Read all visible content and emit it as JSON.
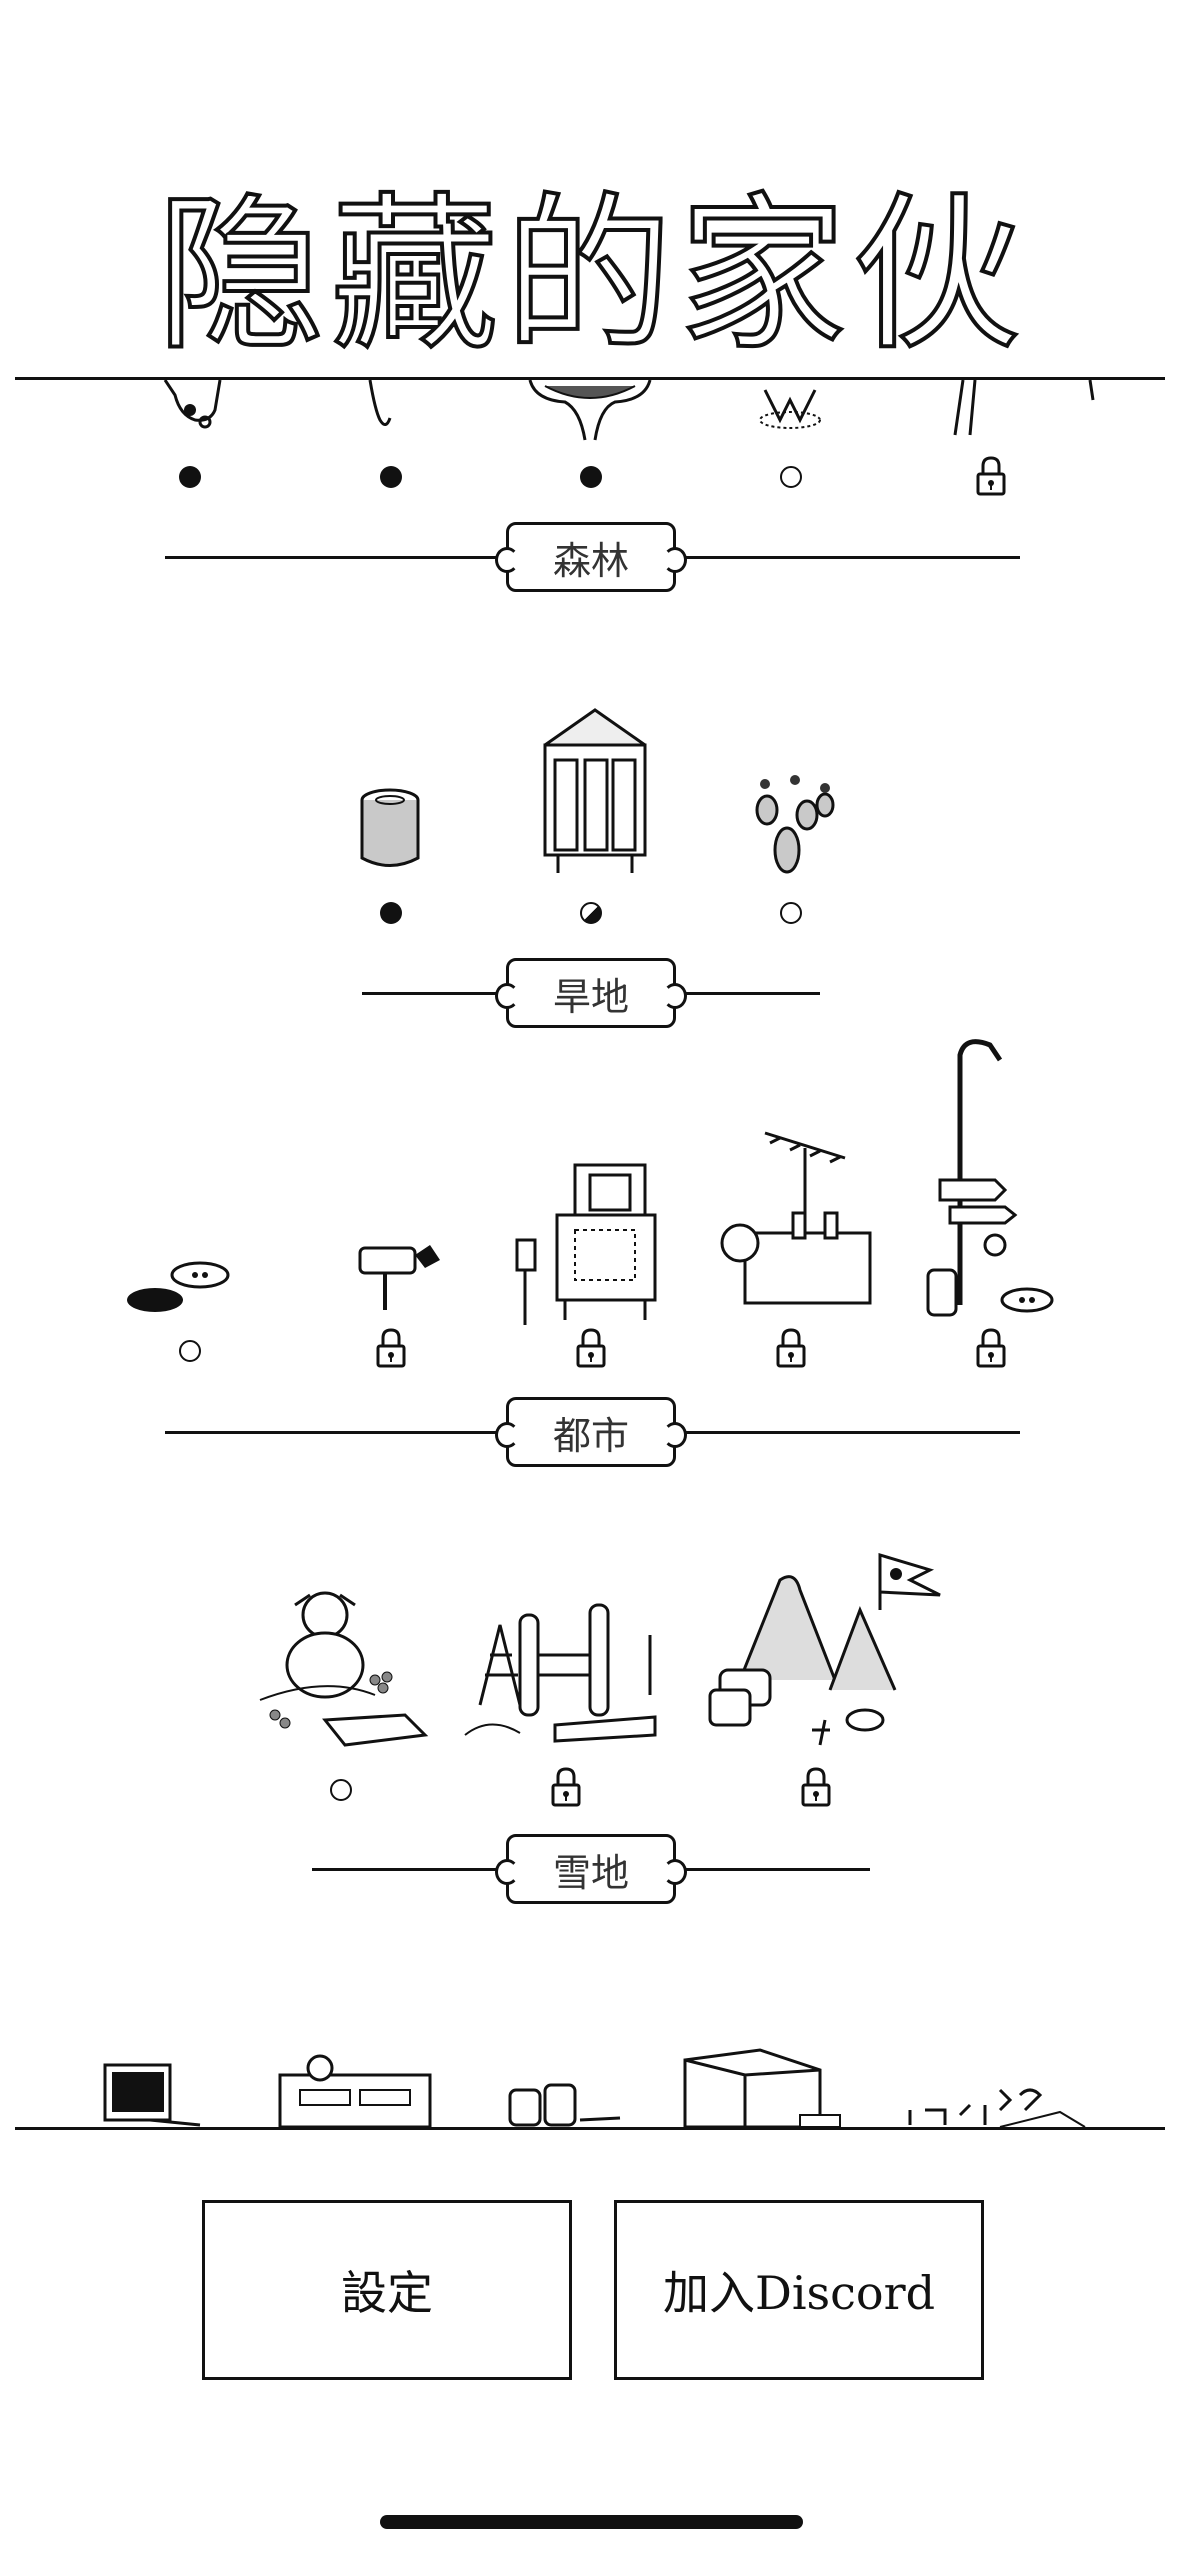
{
  "title": "隐藏的家伙",
  "sections": [
    {
      "label": "森林"
    },
    {
      "label": "旱地"
    },
    {
      "label": "都市"
    },
    {
      "label": "雪地"
    }
  ],
  "buttons": {
    "settings": "設定",
    "discord": "加入Discord"
  },
  "level_states": {
    "legend": [
      "completed",
      "partial",
      "unlocked",
      "locked"
    ]
  }
}
